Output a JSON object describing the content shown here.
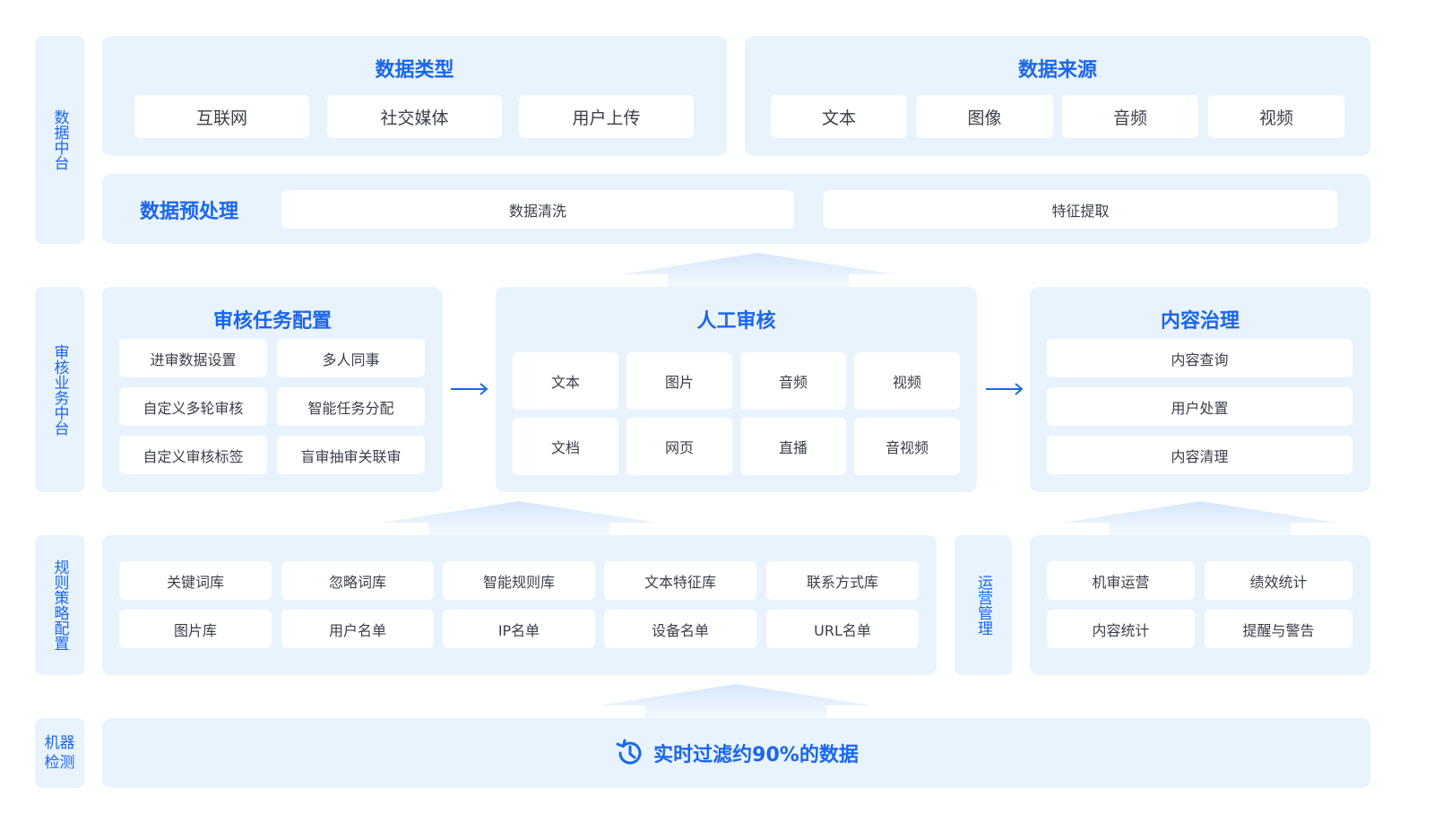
{
  "sections": {
    "data_platform": "数据中台",
    "review_platform": "审核业务中台",
    "rule_config": "规则策略配置",
    "ops_manage": "运营管理",
    "machine_detect": "机器检测"
  },
  "data_type": {
    "title": "数据类型",
    "items": [
      "互联网",
      "社交媒体",
      "用户上传"
    ]
  },
  "data_source": {
    "title": "数据来源",
    "items": [
      "文本",
      "图像",
      "音频",
      "视频"
    ]
  },
  "preprocess": {
    "title": "数据预处理",
    "items": [
      "数据清洗",
      "特征提取"
    ]
  },
  "task_config": {
    "title": "审核任务配置",
    "items": [
      "进审数据设置",
      "多人同事",
      "自定义多轮审核",
      "智能任务分配",
      "自定义审核标签",
      "盲审抽审关联审"
    ]
  },
  "manual_review": {
    "title": "人工审核",
    "items": [
      "文本",
      "图片",
      "音频",
      "视频",
      "文档",
      "网页",
      "直播",
      "音视频"
    ]
  },
  "content_gov": {
    "title": "内容治理",
    "items": [
      "内容查询",
      "用户处置",
      "内容清理"
    ]
  },
  "rules": {
    "items": [
      "关键词库",
      "忽略词库",
      "智能规则库",
      "文本特征库",
      "联系方式库",
      "图片库",
      "用户名单",
      "IP名单",
      "设备名单",
      "URL名单"
    ]
  },
  "ops": {
    "items": [
      "机审运营",
      "绩效统计",
      "内容统计",
      "提醒与警告"
    ]
  },
  "machine": {
    "banner": "实时过滤约90%的数据",
    "icon": "history-clock-icon"
  },
  "colors": {
    "accent": "#1a66ee",
    "panel_bg": "#e9f3fd",
    "chip_bg": "#ffffff",
    "text": "#3a3f4a"
  }
}
